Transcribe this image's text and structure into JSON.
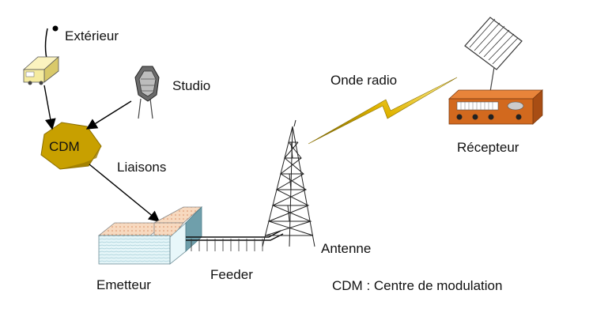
{
  "labels": {
    "exterieur": "Extérieur",
    "studio": "Studio",
    "cdm": "CDM",
    "liaisons": "Liaisons",
    "emetteur": "Emetteur",
    "feeder": "Feeder",
    "antenne": "Antenne",
    "onde_radio": "Onde radio",
    "recepteur": "Récepteur",
    "legend": "CDM : Centre de modulation"
  },
  "colors": {
    "cdm_fill": "#c8a000",
    "cdm_dark": "#9b7a00",
    "van": "#f5eba0",
    "wave": "#d6a800",
    "radio_body": "#d2691e",
    "building_wall": "#dff2f6",
    "building_roof": "#f7d9bf",
    "building_side": "#6f9fab"
  },
  "icons": [
    "van-icon",
    "microphone-icon",
    "cdm-polygon-icon",
    "building-icon",
    "tower-icon",
    "lightning-wave-icon",
    "radio-icon",
    "dish-antenna-icon"
  ]
}
